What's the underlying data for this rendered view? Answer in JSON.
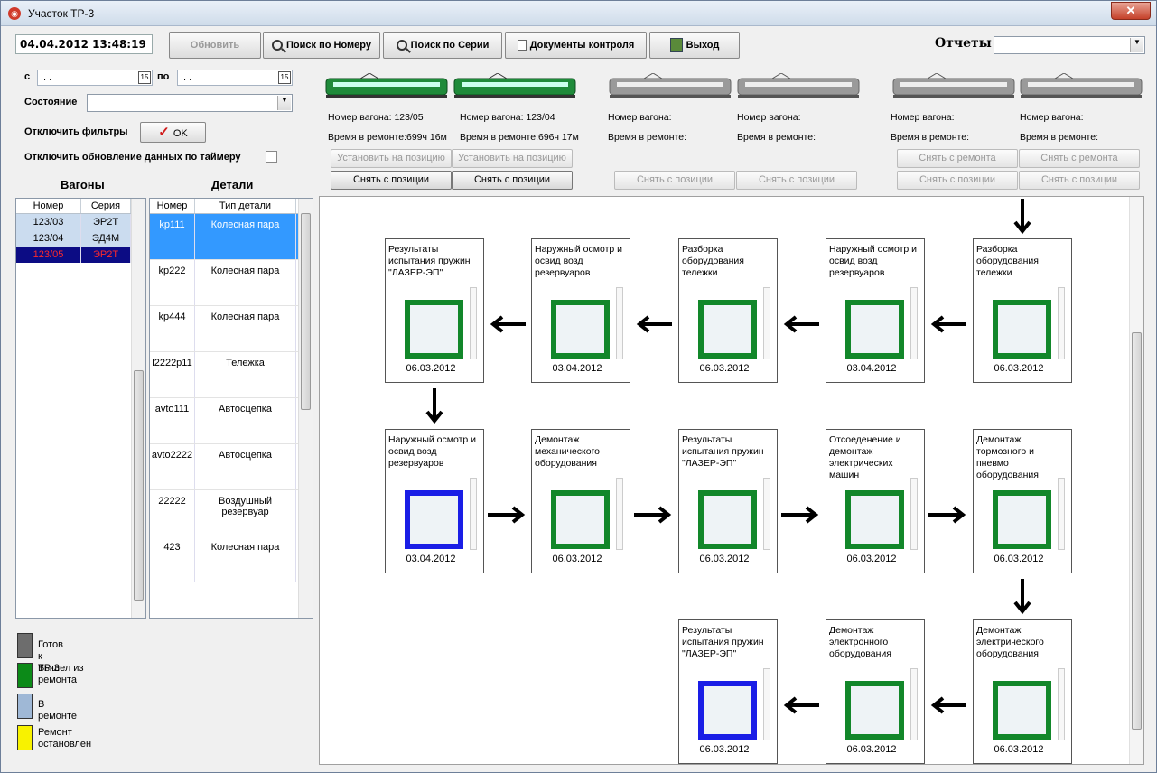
{
  "window": {
    "title": "Участок ТР-3",
    "close": "✕"
  },
  "toolbar": {
    "datetime": "04.04.2012 13:48:19",
    "refresh": "Обновить",
    "search_number": "Поиск по Номеру",
    "search_series": "Поиск по Серии",
    "documents": "Документы контроля",
    "exit": "Выход",
    "reports_label": "Отчеты",
    "reports_value": ""
  },
  "filters": {
    "from_label": "с",
    "from_value": ". .",
    "to_label": "по",
    "to_value": ". .",
    "state_label": "Состояние",
    "state_value": "",
    "disable_filters": "Отключить фильтры",
    "ok": "OK",
    "disable_timer": "Отключить обновление данных по таймеру"
  },
  "wagons": {
    "title": "Вагоны",
    "columns": [
      "Номер",
      "Серия"
    ],
    "rows": [
      {
        "number": "123/03",
        "series": "ЭР2Т"
      },
      {
        "number": "123/04",
        "series": "ЭД4М"
      },
      {
        "number": "123/05",
        "series": "ЭР2Т"
      }
    ]
  },
  "details": {
    "title": "Детали",
    "columns": [
      "Номер",
      "Тип детали"
    ],
    "rows": [
      {
        "number": "kp111",
        "type": "Колесная пара"
      },
      {
        "number": "kp222",
        "type": "Колесная пара"
      },
      {
        "number": "kp444",
        "type": "Колесная пара"
      },
      {
        "number": "l2222p11",
        "type": "Тележка"
      },
      {
        "number": "avto111",
        "type": "Автосцепка"
      },
      {
        "number": "avto2222",
        "type": "Автосцепка"
      },
      {
        "number": "22222",
        "type": "Воздушный резервуар"
      },
      {
        "number": "423",
        "type": "Колесная пара"
      }
    ]
  },
  "legend": [
    {
      "label": "Готов к ТР-3",
      "color": "#6d6d6d"
    },
    {
      "label": "Вышел из ремонта",
      "color": "#0c8a18"
    },
    {
      "label": "В ремонте",
      "color": "#9fb8d6"
    },
    {
      "label": "Ремонт остановлен",
      "color": "#f8f200"
    }
  ],
  "positions": [
    {
      "number": "Номер вагона: 123/05",
      "time": "Время в ремонте:699ч 16м",
      "btn1": "Установить на позицию",
      "btn2": "Снять с позиции"
    },
    {
      "number": "Номер вагона: 123/04",
      "time": "Время в ремонте:696ч 17м",
      "btn1": "Установить на позицию",
      "btn2": "Снять с позиции"
    },
    {
      "number": "Номер вагона:",
      "time": "Время в ремонте:",
      "btn2": "Снять с позиции"
    },
    {
      "number": "Номер вагона:",
      "time": "Время в ремонте:",
      "btn2": "Снять с позиции"
    },
    {
      "number": "Номер вагона:",
      "time": "Время в ремонте:",
      "btn1": "Снять с ремонта",
      "btn2": "Снять с позиции"
    },
    {
      "number": "Номер вагона:",
      "time": "Время в ремонте:",
      "btn1": "Снять с ремонта",
      "btn2": "Снять с позиции"
    }
  ],
  "colors": {
    "green": "#12872a",
    "blue": "#1a1ee6",
    "selected_row": "#0c0c84",
    "selected_detail": "#3399ff"
  },
  "flow": [
    {
      "name": "Результаты испытания пружин \"ЛАЗЕР-ЭП\"",
      "date": "06.03.2012",
      "icon": "spring-test-icon"
    },
    {
      "name": "Наружный осмотр и освид возд резервуаров",
      "date": "03.04.2012",
      "icon": "tank-icon"
    },
    {
      "name": "Разборка оборудования тележки",
      "date": "06.03.2012",
      "icon": "bogie-icon"
    },
    {
      "name": "Наружный осмотр и освид возд резервуаров",
      "date": "03.04.2012",
      "icon": "tank-icon"
    },
    {
      "name": "Разборка оборудования тележки",
      "date": "06.03.2012",
      "icon": "bogie-icon"
    },
    {
      "name": "Наружный осмотр и освид возд резервуаров",
      "date": "03.04.2012",
      "icon": "tank-icon"
    },
    {
      "name": "Демонтаж механического оборудования",
      "date": "06.03.2012",
      "icon": "mechanical-icon"
    },
    {
      "name": "Результаты испытания пружин \"ЛАЗЕР-ЭП\"",
      "date": "06.03.2012",
      "icon": "spring-test-icon"
    },
    {
      "name": "Отсоеденение и демонтаж электрических машин",
      "date": "06.03.2012",
      "icon": "spring-test-icon"
    },
    {
      "name": "Демонтаж тормозного и пневмо оборудования",
      "date": "06.03.2012",
      "icon": "brake-icon"
    },
    {
      "name": "Результаты испытания пружин \"ЛАЗЕР-ЭП\"",
      "date": "06.03.2012",
      "icon": "spring-test-icon"
    },
    {
      "name": "Демонтаж электронного оборудования",
      "date": "06.03.2012",
      "icon": "electronic-icon"
    },
    {
      "name": "Демонтаж электрического оборудования",
      "date": "06.03.2012",
      "icon": "electric-icon"
    }
  ]
}
